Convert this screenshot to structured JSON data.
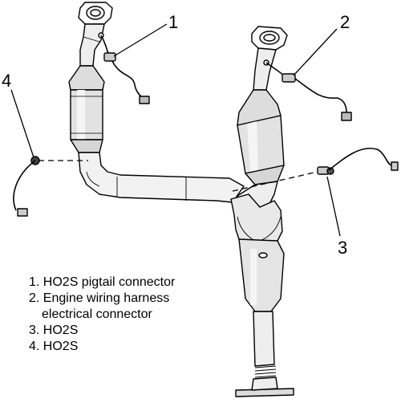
{
  "callouts": [
    {
      "number": "1"
    },
    {
      "number": "2"
    },
    {
      "number": "3"
    },
    {
      "number": "4"
    }
  ],
  "legend": {
    "items": [
      {
        "text": "1. HO2S pigtail connector"
      },
      {
        "text": "2. Engine wiring harness"
      },
      {
        "text": "electrical connector"
      },
      {
        "text": "3. HO2S"
      },
      {
        "text": "4. HO2S"
      }
    ]
  }
}
